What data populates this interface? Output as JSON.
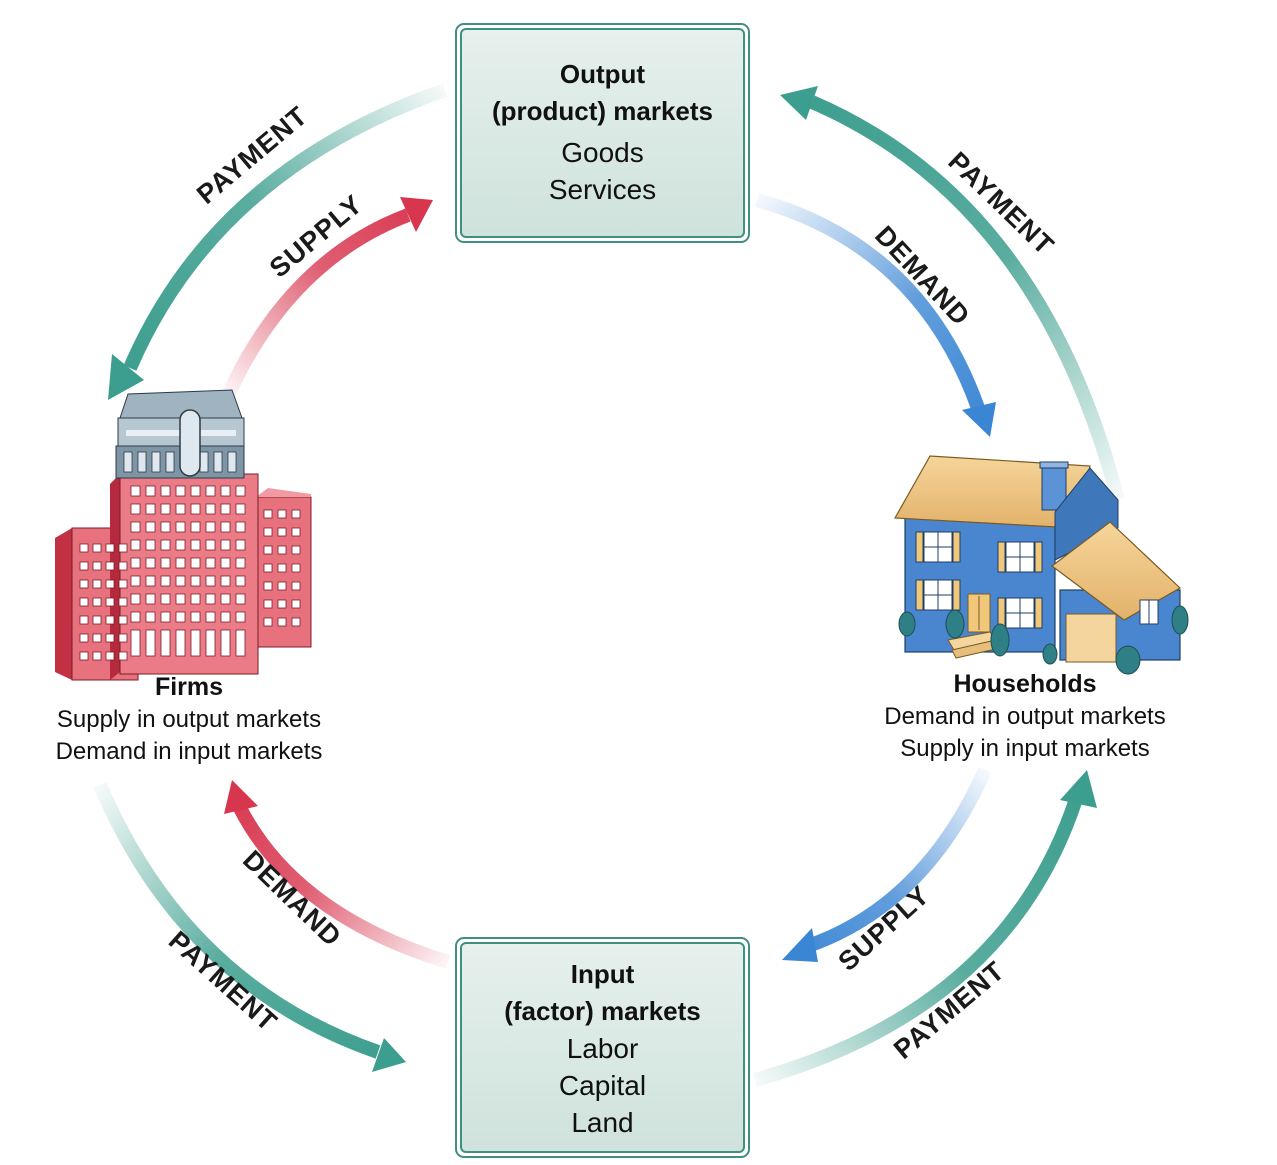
{
  "output_market": {
    "title_line1": "Output",
    "title_line2": "(product) markets",
    "items": [
      "Goods",
      "Services"
    ]
  },
  "input_market": {
    "title_line1": "Input",
    "title_line2": "(factor) markets",
    "items": [
      "Labor",
      "Capital",
      "Land"
    ]
  },
  "firms": {
    "title": "Firms",
    "line1": "Supply in output markets",
    "line2": "Demand in input markets"
  },
  "households": {
    "title": "Households",
    "line1": "Demand in output markets",
    "line2": "Supply in input markets"
  },
  "flows": {
    "payment_top_left": "PAYMENT",
    "supply_top_left": "SUPPLY",
    "payment_top_right": "PAYMENT",
    "demand_top_right": "DEMAND",
    "demand_bottom_left": "DEMAND",
    "payment_bottom_left": "PAYMENT",
    "supply_bottom_right": "SUPPLY",
    "payment_bottom_right": "PAYMENT"
  },
  "colors": {
    "payment": "#3c9e8e",
    "supply_firms": "#d8364f",
    "demand_households": "#3b86d4",
    "box_border": "#3f8f82",
    "box_fill": "#d5e6e0"
  }
}
